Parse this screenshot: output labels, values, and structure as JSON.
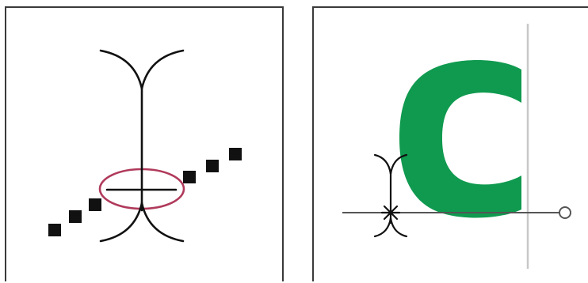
{
  "illustrations": [
    {
      "id": "left",
      "subject": "text-insertion-cursor",
      "state": "hover-over-baseline",
      "elements": [
        "i-beam-cursor-icon",
        "baseline-handle-squares",
        "highlight-ellipse"
      ]
    },
    {
      "id": "right",
      "subject": "text-on-path",
      "glyph": "C",
      "elements": [
        "glyph-c",
        "i-beam-cursor-icon",
        "path-line",
        "path-end-point",
        "vertical-guide"
      ]
    }
  ],
  "colors": {
    "frame": "#3a3a3a",
    "ink": "#111111",
    "highlight_ellipse": "#b03a5b",
    "glyph_fill": "#0f9a4f",
    "guide_line": "#c8c8c8",
    "path_line": "#555555"
  }
}
